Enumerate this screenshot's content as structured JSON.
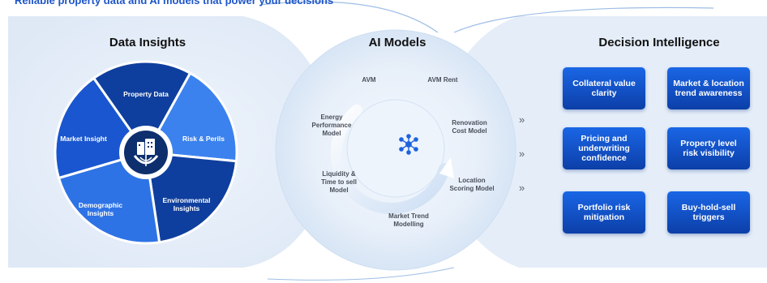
{
  "tagline": "Reliable property data and AI models that power your decisions",
  "sections": {
    "data_insights": {
      "title": "Data Insights",
      "segments": [
        "Property Data",
        "Risk & Perils",
        "Environmental Insights",
        "Demographic Insights",
        "Market Insight"
      ],
      "center_icon": "building-globe-icon"
    },
    "ai_models": {
      "title": "AI Models",
      "models": [
        "AVM",
        "AVM Rent",
        "Renovation Cost Model",
        "Location Scoring Model",
        "Market Trend Modelling",
        "Liquidity & Time to sell Model",
        "Energy Performance Model"
      ],
      "center_icon": "network-hub-icon"
    },
    "decision_intelligence": {
      "title": "Decision Intelligence",
      "cards": [
        "Collateral value clarity",
        "Market & location trend awareness",
        "Pricing and underwriting confidence",
        "Property level risk visibility",
        "Portfolio risk mitigation",
        "Buy-hold-sell triggers"
      ]
    }
  },
  "chevron": "»",
  "colors": {
    "primary_blue": "#1a5fd8",
    "dark_blue": "#0d3a99",
    "light_blue": "#3f84ee",
    "panel_bg": "#e8f0fa"
  }
}
